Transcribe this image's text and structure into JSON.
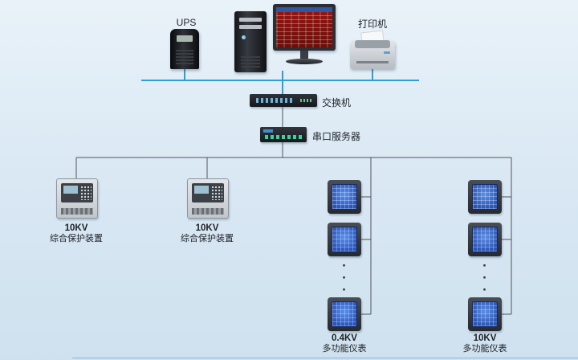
{
  "colors": {
    "background_top": "#e9f2f9",
    "background_bottom": "#cfe1ef",
    "bus_line": "#2b9fd6",
    "wire_line": "#4f555b",
    "label_text": "#1d2126",
    "meter_face": "#2b55b8"
  },
  "labels": {
    "ups": "UPS",
    "printer": "打印机",
    "switch": "交换机",
    "serial_server": "串口服务器"
  },
  "groups": {
    "protection_a": {
      "kv": "10KV",
      "name": "综合保护装置"
    },
    "protection_b": {
      "kv": "10KV",
      "name": "综合保护装置"
    },
    "meters_a": {
      "kv": "0.4KV",
      "name": "多功能仪表",
      "ellipsis": "·\n·\n·"
    },
    "meters_b": {
      "kv": "10KV",
      "name": "多功能仪表",
      "ellipsis": "·\n·\n·"
    }
  }
}
